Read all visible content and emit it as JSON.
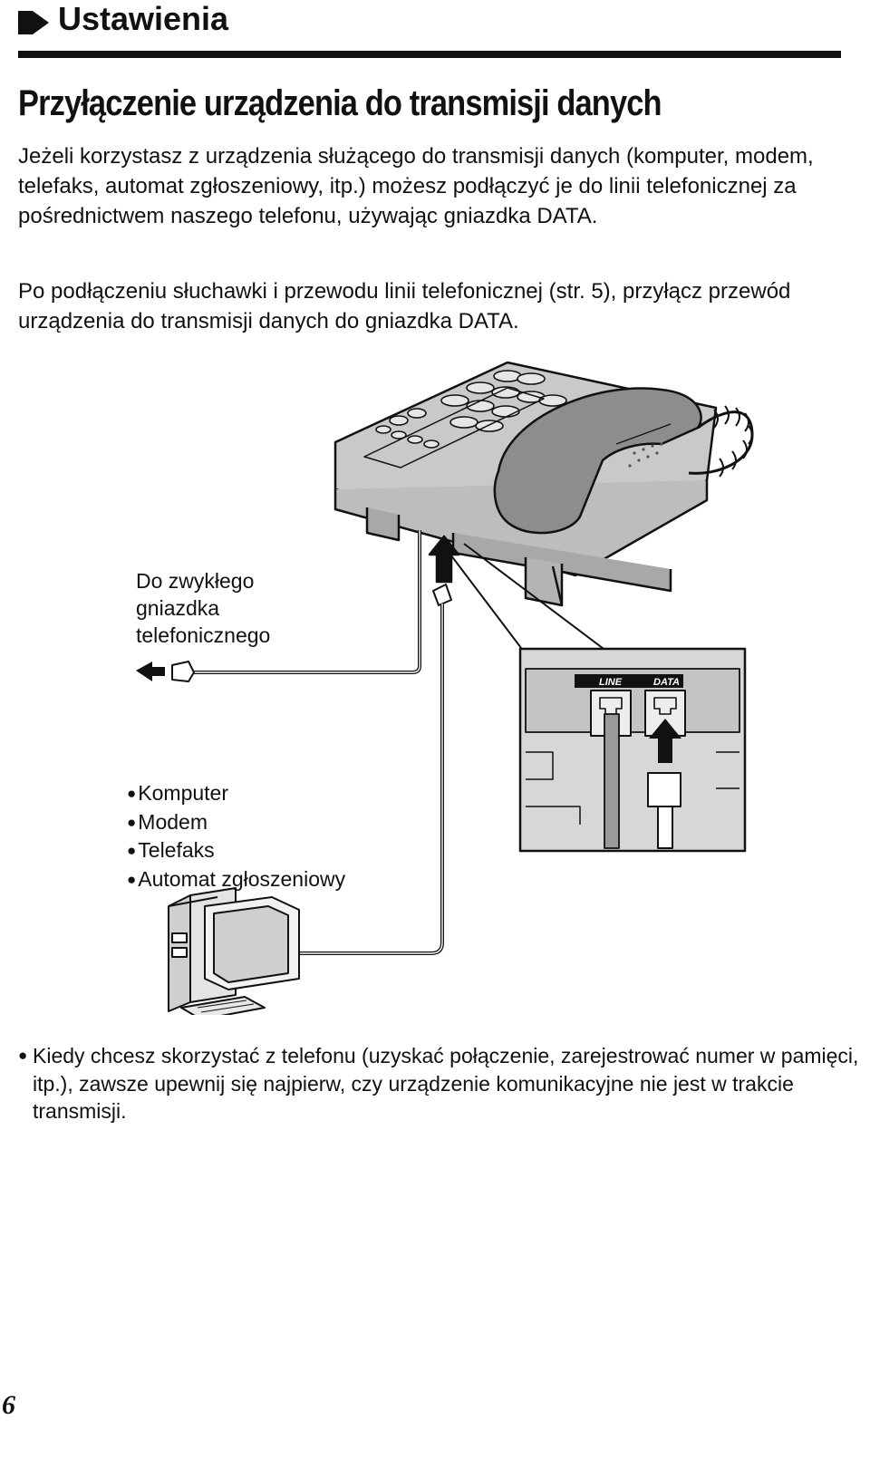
{
  "section": {
    "title": "Ustawienia"
  },
  "heading": "Przyłączenie urządzenia do transmisji danych",
  "paragraphs": [
    "Jeżeli korzystasz z urządzenia służącego do transmisji danych (komputer, modem, telefaks, automat zgłoszeniowy, itp.) możesz podłączyć je do linii telefonicznej za pośrednictwem naszego telefonu, używając gniazdka DATA.",
    "Po podłączeniu słuchawki i przewodu linii telefonicznej (str. 5), przyłącz przewód urządzenia do transmisji danych do gniazdka DATA."
  ],
  "diagram": {
    "socket_label": [
      "Do zwykłego",
      "gniazdka",
      "telefonicznego"
    ],
    "jack_labels": {
      "line": "LINE",
      "data": "DATA"
    },
    "devices": [
      "Komputer",
      "Modem",
      "Telefaks",
      "Automat zgłoszeniowy"
    ]
  },
  "note": "Kiedy chcesz skorzystać z telefonu (uzyskać połączenie, zarejestrować numer w pamięci, itp.), zawsze upewnij się najpierw, czy urządzenie komunikacyjne nie jest w trakcie transmisji.",
  "page_number": "6"
}
